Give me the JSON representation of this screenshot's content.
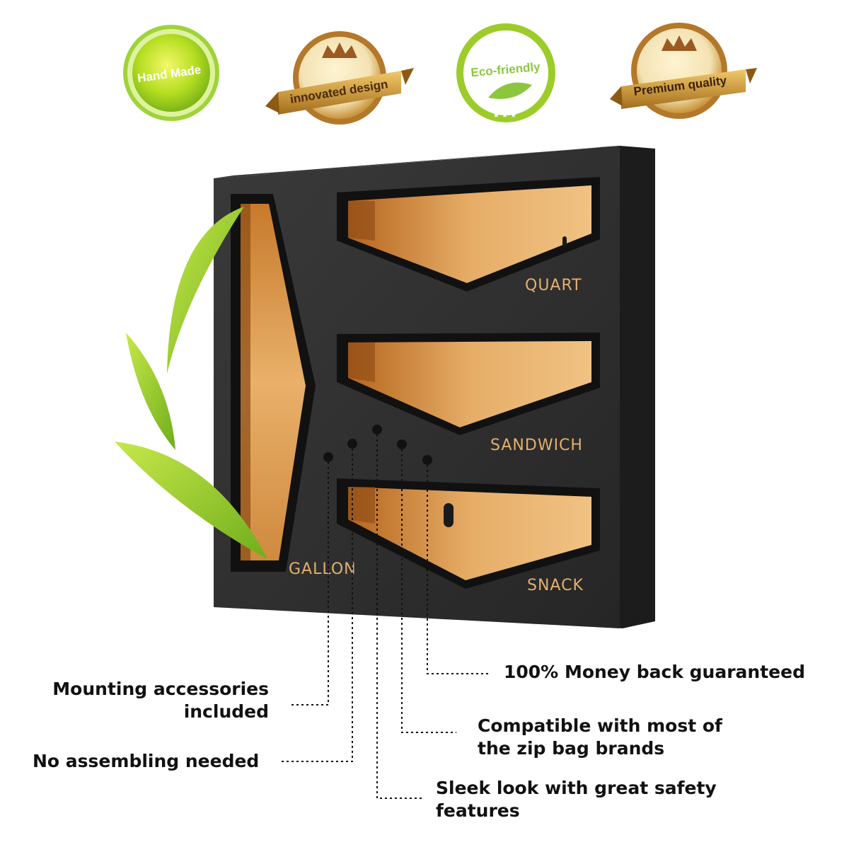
{
  "badges": [
    {
      "text": "Hand Made",
      "icon": "green-seal-badge-icon"
    },
    {
      "text": "innovated design",
      "icon": "crown-medal-badge-icon"
    },
    {
      "text": "Eco-friendly",
      "icon": "leaf-badge-icon"
    },
    {
      "text": "Premium quality",
      "icon": "crown-medal-badge-icon"
    }
  ],
  "organizer": {
    "labels": {
      "gallon": "GALLON",
      "quart": "QUART",
      "sandwich": "SANDWICH",
      "snack": "SNACK"
    }
  },
  "callouts": {
    "money_back": "100% Money back guaranteed",
    "mounting_line1": "Mounting accessories",
    "mounting_line2": "included",
    "compatible_line1": "Compatible with most of",
    "compatible_line2": "the zip bag brands",
    "no_assembly": "No assembling needed",
    "sleek_line1": "Sleek look with great safety",
    "sleek_line2": "features"
  },
  "colors": {
    "frame": "#2b2b2b",
    "bamboo": "#d99a54",
    "label": "#e2b06f",
    "leaf": "#9ccc2a"
  }
}
